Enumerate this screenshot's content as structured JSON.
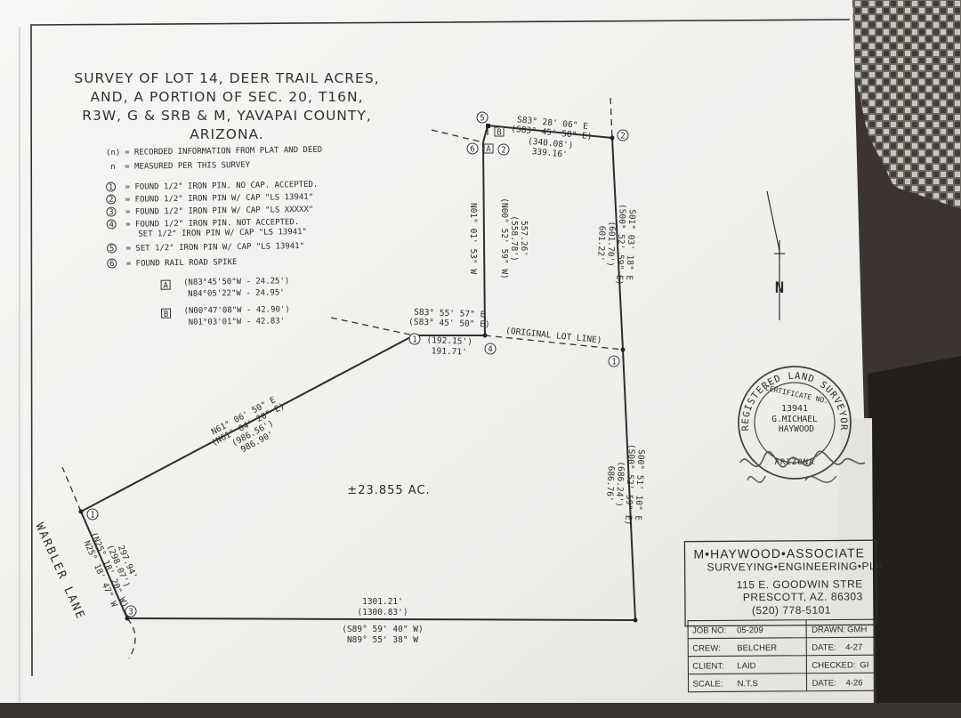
{
  "title": {
    "lines": [
      "SURVEY OF LOT 14, DEER TRAIL ACRES,",
      "AND, A PORTION OF SEC. 20, T16N,",
      "R3W, G & SRB & M, YAVAPAI COUNTY,",
      "ARIZONA."
    ]
  },
  "legend": {
    "notation": [
      {
        "symbol": "(n)",
        "text": "= RECORDED INFORMATION FROM PLAT AND DEED"
      },
      {
        "symbol": "n",
        "text": "= MEASURED PER THIS SURVEY"
      }
    ],
    "markers": [
      {
        "num": "1",
        "text": "= FOUND 1/2\" IRON PIN. NO CAP. ACCEPTED."
      },
      {
        "num": "2",
        "text": "= FOUND 1/2\" IRON PIN W/ CAP \"LS 13941\""
      },
      {
        "num": "3",
        "text": "= FOUND 1/2\" IRON PIN W/ CAP \"LS XXXXX\""
      },
      {
        "num": "4",
        "text": "= FOUND 1/2\" IRON PIN. NOT ACCEPTED.",
        "text2": "SET 1/2\" IRON PIN W/ CAP \"LS 13941\""
      },
      {
        "num": "5",
        "text": "= SET 1/2\" IRON PIN W/ CAP \"LS 13941\""
      },
      {
        "num": "6",
        "text": "= FOUND RAIL ROAD SPIKE"
      }
    ],
    "box_a": {
      "letter": "A",
      "recorded": "(N83°45'50\"W - 24.25')",
      "measured": "N84°05'22\"W - 24.95'"
    },
    "box_b": {
      "letter": "B",
      "recorded": "(N00°47'08\"W - 42.90')",
      "measured": "N01°03'01\"W - 42.83'"
    }
  },
  "parcel": {
    "area": "±23.855 AC.",
    "north_top": {
      "bearing": "S83° 28' 06\" E",
      "recorded_bearing": "(S83° 45' 50\" E)",
      "recorded_dist": "(340.08')",
      "dist": "339.16'"
    },
    "inner_west": {
      "bearing": "N01° 01' 53\" W",
      "recorded_bearing": "(N00° 52' 59\" W)",
      "recorded_dist": "(558.78')",
      "dist": "557.26'"
    },
    "east_upper": {
      "bearing": "S01° 03' 18\" E",
      "recorded_bearing": "(S00° 52' 59\" E)",
      "recorded_dist": "(601.70')",
      "dist": "601.22'"
    },
    "middle": {
      "bearing": "S83° 55' 57\" E",
      "recorded_bearing": "(S83° 45' 50\" E)",
      "recorded_dist": "(192.15')",
      "dist": "191.71'"
    },
    "original_lot_line": "(ORIGINAL LOT LINE)",
    "diagonal": {
      "bearing": "N61° 06' 50\" E",
      "recorded_bearing": "(N61° 04' 20\" E)",
      "recorded_dist": "(986.56')",
      "dist": "986.90'"
    },
    "east_lower": {
      "bearing": "S00° 51' 10\" E",
      "recorded_bearing": "(S00° 52' 59\" E)",
      "recorded_dist": "(686.24')",
      "dist": "686.76'"
    },
    "west": {
      "bearing": "N25° 18' 47\" W",
      "recorded_bearing": "(N25° 18' 20\" W)",
      "recorded_dist": "(298.07')",
      "dist": "297.94'"
    },
    "south": {
      "dist": "1301.21'",
      "recorded_dist": "(1300.83')",
      "recorded_bearing": "(S89° 59' 40\" W)",
      "bearing": "N89° 55' 38\" W"
    },
    "road": "WARBLER LANE",
    "markers": [
      "1",
      "2",
      "3",
      "4",
      "5",
      "6",
      "A",
      "B"
    ]
  },
  "north_arrow": {
    "label": "N"
  },
  "seal": {
    "ring_text": "REGISTERED LAND SURVEYOR",
    "cert": "CERTIFICATE NO.",
    "number": "13941",
    "name1": "G.MICHAEL",
    "name2": "HAYWOOD",
    "state": "ARIZONA"
  },
  "title_block": {
    "company": "M•HAYWOOD•ASSOCIATE",
    "services": "SURVEYING•ENGINEERING•PLA",
    "address1": "115 E. GOODWIN STRE",
    "address2": "PRESCOTT, AZ. 86303",
    "phone": "(520) 778-5101",
    "rows": [
      {
        "l_label": "JOB NO:",
        "l_value": "05-209",
        "r_label": "DRAWN:",
        "r_value": "GMH"
      },
      {
        "l_label": "CREW:",
        "l_value": "BELCHER",
        "r_label": "DATE:",
        "r_value": "4-27"
      },
      {
        "l_label": "CLIENT:",
        "l_value": "LAID",
        "r_label": "CHECKED:",
        "r_value": "GI"
      },
      {
        "l_label": "SCALE:",
        "l_value": "N.T.S",
        "r_label": "DATE:",
        "r_value": "4-26"
      }
    ]
  },
  "watermark": "©2021 PAAR MLS",
  "colors": {
    "paper": "#f4f3f0",
    "ink": "#2b2b2b",
    "background": "#3a3532"
  }
}
